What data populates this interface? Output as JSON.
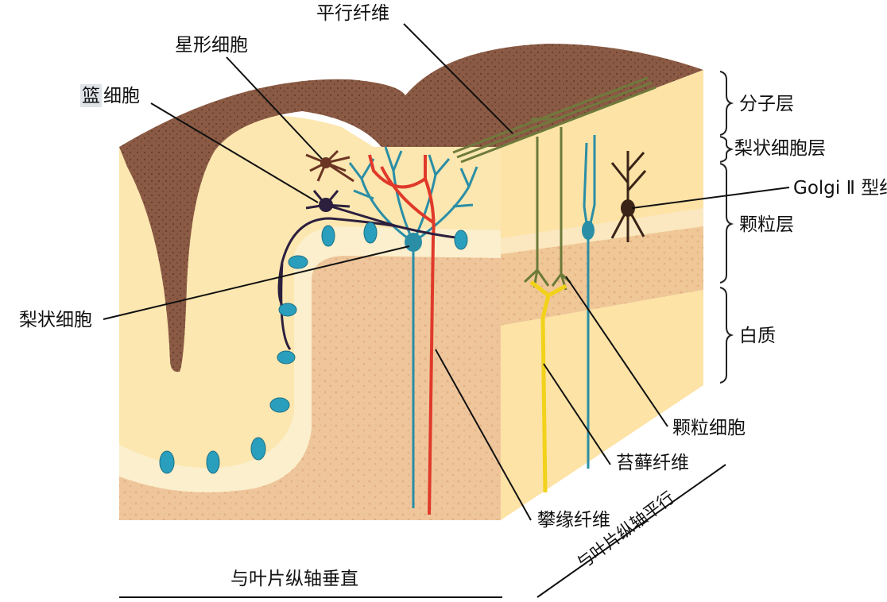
{
  "labels": {
    "parallel_fiber": "平行纤维",
    "stellate_cell": "星形细胞",
    "basket_cell_char1": "篮",
    "basket_cell_rest": "细胞",
    "purkinje_cell": "梨状细胞",
    "molecular_layer": "分子层",
    "purkinje_layer": "梨状细胞层",
    "golgi_cell": "Golgi Ⅱ 型细胞",
    "granular_layer": "颗粒层",
    "white_matter": "白质",
    "granule_cell": "颗粒细胞",
    "mossy_fiber": "苔藓纤维",
    "climbing_fiber": "攀缘纤维",
    "perpendicular": "与叶片纵轴垂直",
    "parallel_axis": "与叶片纵轴平行"
  },
  "colors": {
    "surface": "#8b5a44",
    "molecular": "#fce7b0",
    "granular": "#efc69b",
    "white_matter": "#f7dfc4",
    "purkinje": "#2a8ea6",
    "climbing": "#e0392a",
    "mossy": "#f2d21a",
    "granule": "#6b7a3a",
    "basket": "#2c1f3e",
    "stellate": "#6b3524",
    "golgi": "#3a2418"
  }
}
